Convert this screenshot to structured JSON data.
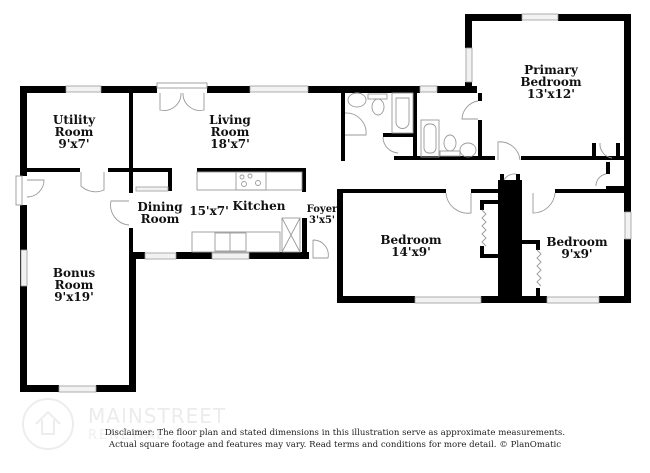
{
  "floor_plan": {
    "rooms": [
      {
        "id": "utility",
        "name_line1": "Utility",
        "name_line2": "Room",
        "dimensions": "9'x7'"
      },
      {
        "id": "living",
        "name_line1": "Living",
        "name_line2": "Room",
        "dimensions": "18'x7'"
      },
      {
        "id": "primary_bedroom",
        "name_line1": "Primary",
        "name_line2": "Bedroom",
        "dimensions": "13'x12'"
      },
      {
        "id": "dining",
        "name_line1": "Dining",
        "name_line2": "Room",
        "dimensions": ""
      },
      {
        "id": "kitchen",
        "name_line1": "Kitchen",
        "name_line2": "",
        "dimensions": "15'x7'"
      },
      {
        "id": "foyer",
        "name_line1": "Foyer",
        "name_line2": "",
        "dimensions": "3'x5'"
      },
      {
        "id": "bedroom_2",
        "name_line1": "Bedroom",
        "name_line2": "",
        "dimensions": "14'x9'"
      },
      {
        "id": "bedroom_3",
        "name_line1": "Bedroom",
        "name_line2": "",
        "dimensions": "9'x9'"
      },
      {
        "id": "bonus",
        "name_line1": "Bonus",
        "name_line2": "Room",
        "dimensions": "9'x19'"
      }
    ],
    "colors": {
      "wall": "#000000",
      "fixture": "#9a9a9a",
      "window": "#d9d9d9",
      "background": "#ffffff"
    }
  },
  "watermark": {
    "brand": "MAINSTREET",
    "sub": "RENEWAL"
  },
  "disclaimer": {
    "line1": "Disclaimer: The floor plan and stated dimensions in this illustration serve as approximate measurements.",
    "line2": "Actual square footage and features may vary. Read terms and conditions for more detail. © PlanOmatic"
  }
}
